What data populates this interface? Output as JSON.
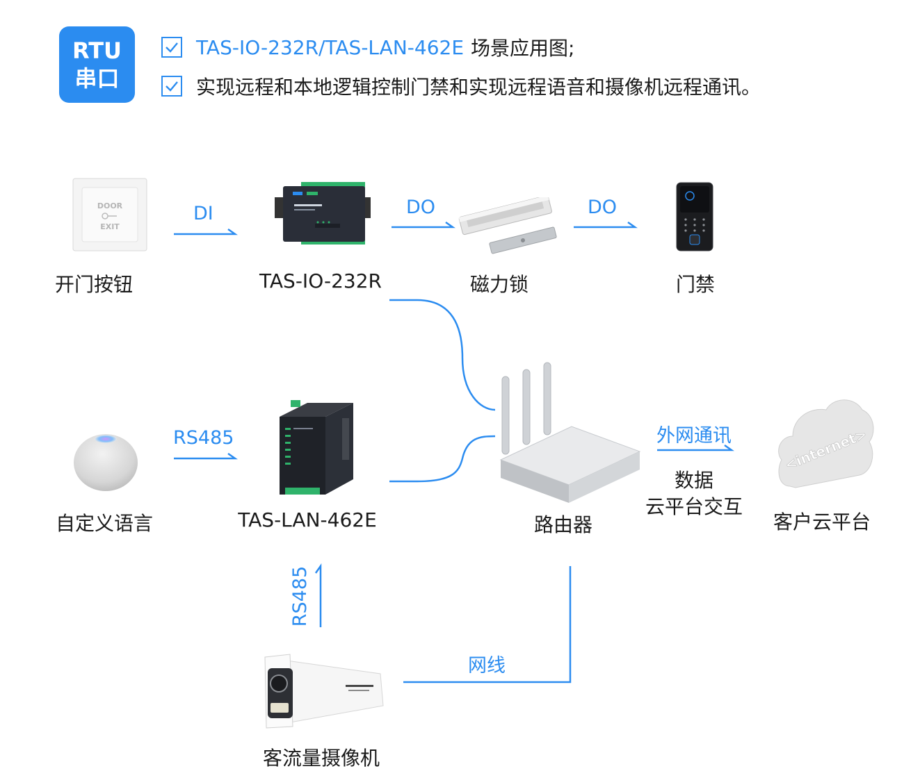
{
  "badge": {
    "line1": "RTU",
    "line2": "串口"
  },
  "header": {
    "row1_model": "TAS-IO-232R/TAS-LAN-462E",
    "row1_text": "场景应用图;",
    "row2_text": "实现远程和本地逻辑控制门禁和实现远程语音和摄像机远程通讯。"
  },
  "nodes": {
    "door_button": "开门按钮",
    "io_module": "TAS-IO-232R",
    "magnetic_lock": "磁力锁",
    "access_control": "门禁",
    "custom_voice": "自定义语言",
    "lan_module": "TAS-LAN-462E",
    "router": "路由器",
    "cloud_platform": "客户云平台",
    "camera": "客流量摄像机"
  },
  "door_button_plate": {
    "line1": "DOOR",
    "line2": "EXIT"
  },
  "cloud_text": "<internet>",
  "connections": {
    "di": "DI",
    "do1": "DO",
    "do2": "DO",
    "rs485_h": "RS485",
    "rs485_v": "RS485",
    "wan": "外网通讯",
    "cable": "网线",
    "data_line1": "数据",
    "data_line2": "云平台交互"
  },
  "colors": {
    "accent": "#2b8cf0",
    "text": "#1a1a1a"
  }
}
